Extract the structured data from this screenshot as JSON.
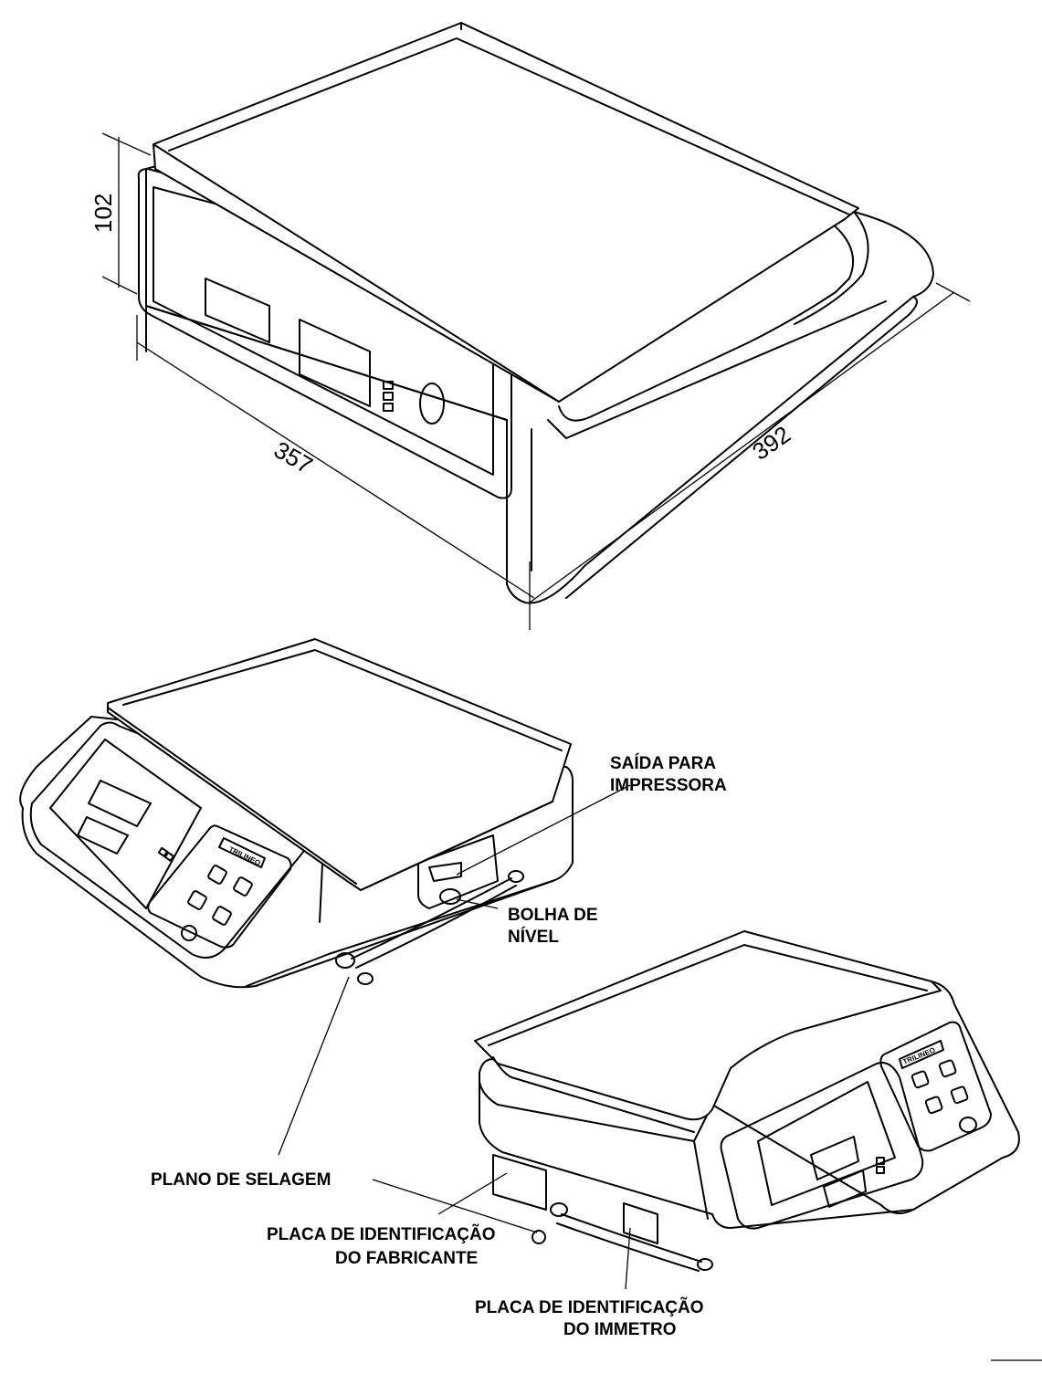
{
  "dimensions": {
    "height": "102",
    "width": "357",
    "depth": "392"
  },
  "labels": {
    "printer_output": [
      "SAÍDA PARA",
      "IMPRESSORA"
    ],
    "level_bubble": [
      "BOLHA DE",
      "NÍVEL"
    ],
    "sealing_plane": "PLANO DE SELAGEM",
    "maker_plate": [
      "PLACA DE IDENTIFICAÇÃO",
      "DO FABRICANTE"
    ],
    "inmetro_plate": [
      "PLACA DE IDENTIFICAÇÃO",
      "DO IMMETRO"
    ]
  },
  "brand_badge": "TRILINEO"
}
